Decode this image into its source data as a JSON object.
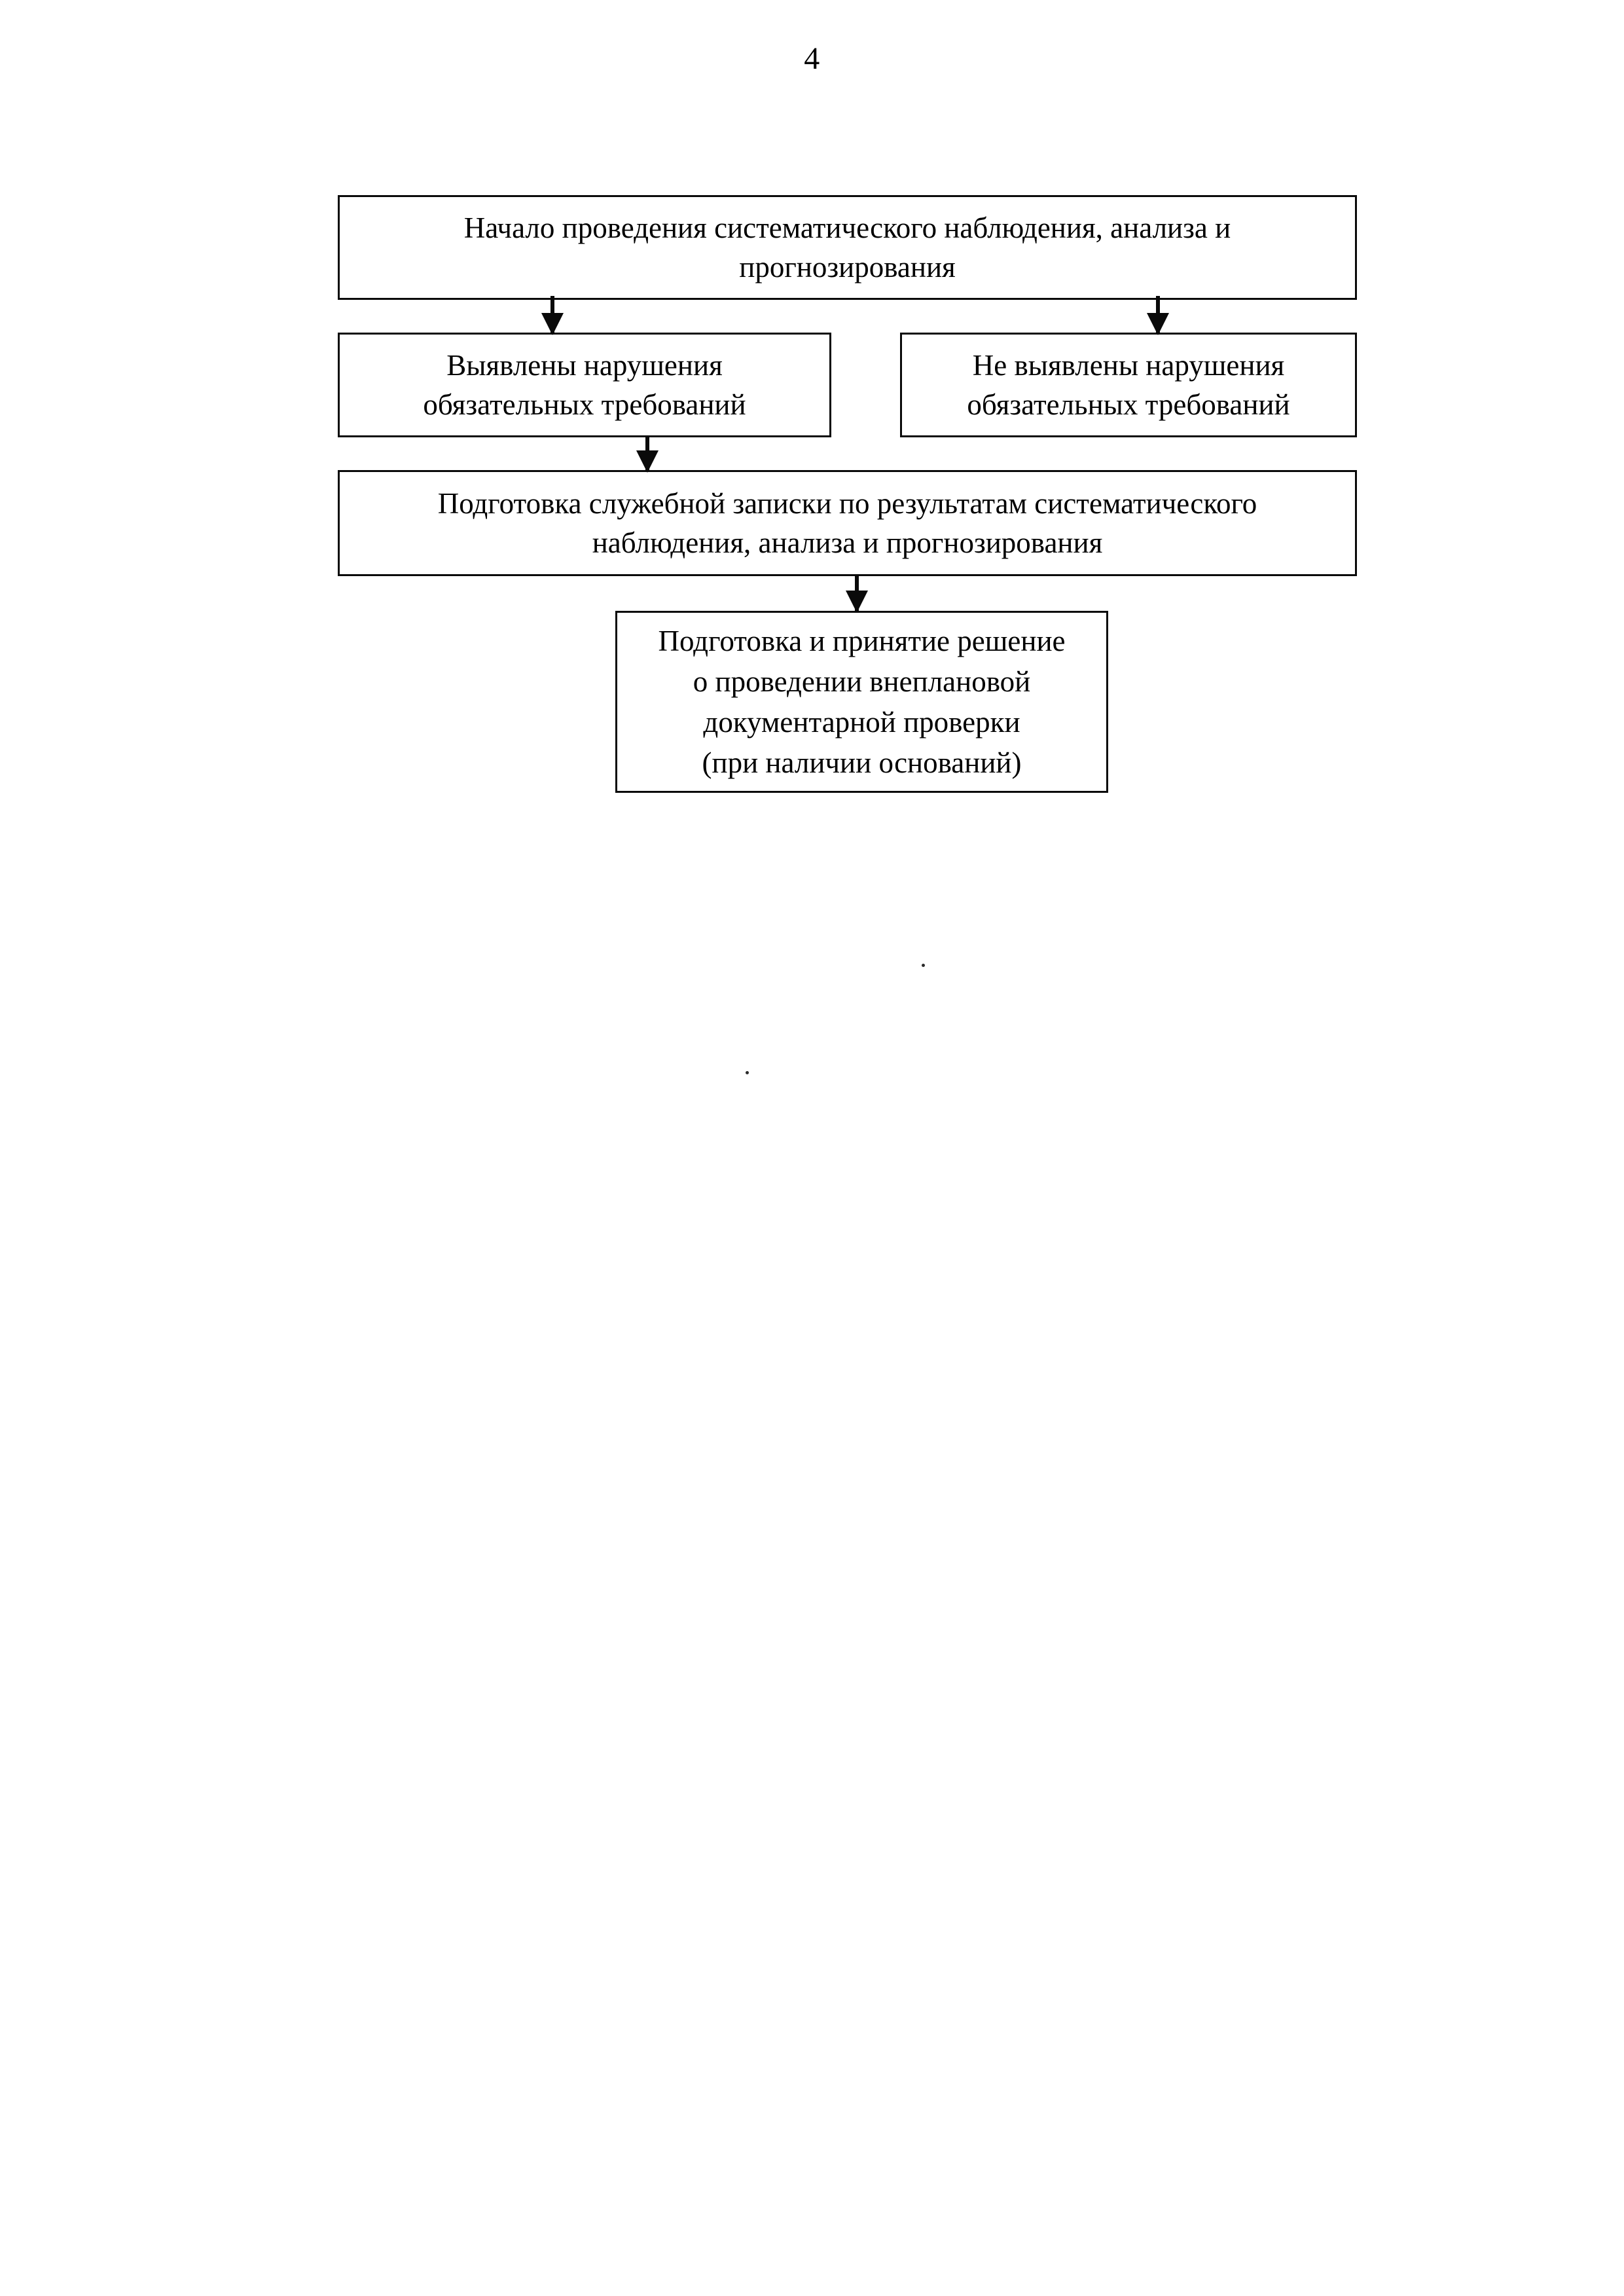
{
  "page": {
    "number": "4"
  },
  "flowchart": {
    "type": "flowchart",
    "orientation": "top-to-bottom",
    "nodes": [
      {
        "id": "start",
        "name": "box-start",
        "lines": [
          "Начало проведения систематического наблюдения, анализа и",
          "прогнозирования"
        ]
      },
      {
        "id": "violations",
        "name": "box-violations",
        "lines": [
          "Выявлены нарушения",
          "обязательных требований"
        ]
      },
      {
        "id": "no_violations",
        "name": "box-no-violations",
        "lines": [
          "Не выявлены нарушения",
          "обязательных требований"
        ]
      },
      {
        "id": "memo",
        "name": "box-memo",
        "lines": [
          "Подготовка служебной записки по результатам систематического",
          "наблюдения, анализа и прогнозирования"
        ]
      },
      {
        "id": "decision",
        "name": "box-decision",
        "lines": [
          "Подготовка и принятие решение",
          "о проведении внеплановой",
          "документарной проверки",
          "(при наличии оснований)"
        ]
      }
    ],
    "edges": [
      {
        "from": "start",
        "to": "violations",
        "label": ""
      },
      {
        "from": "start",
        "to": "no_violations",
        "label": ""
      },
      {
        "from": "violations",
        "to": "memo",
        "label": ""
      },
      {
        "from": "memo",
        "to": "decision",
        "label": ""
      }
    ]
  },
  "colors": {
    "ink": "#0a0a0a",
    "paper": "#ffffff"
  }
}
